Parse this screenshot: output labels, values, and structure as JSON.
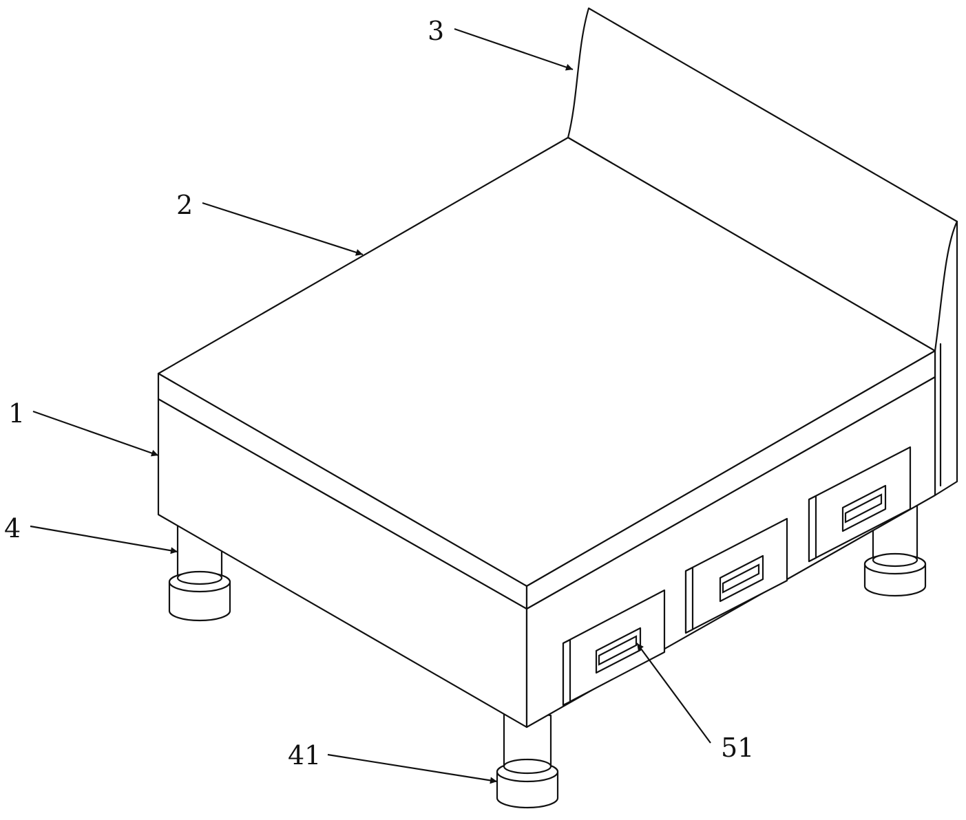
{
  "labels": {
    "bed_frame": "1",
    "mattress": "2",
    "headboard": "3",
    "leg": "4",
    "foot_pad": "41",
    "drawer_handle": "51"
  }
}
